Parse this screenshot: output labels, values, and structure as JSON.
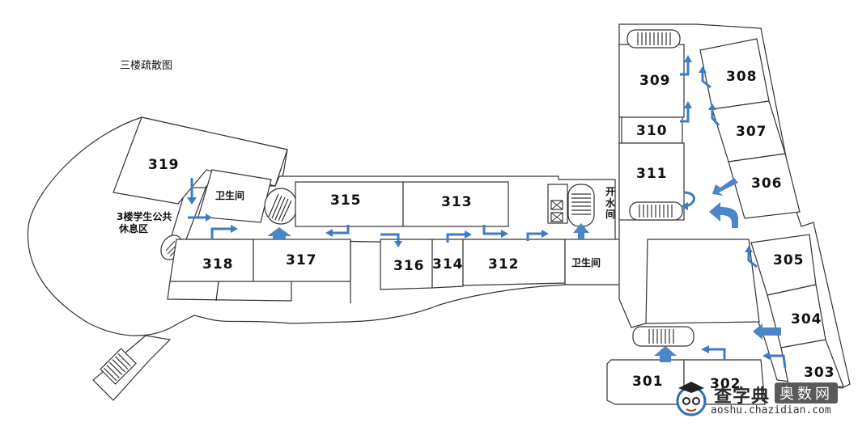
{
  "title": "三楼疏散图",
  "rooms": {
    "r301": "301",
    "r302": "302",
    "r303": "303",
    "r304": "304",
    "r305": "305",
    "r306": "306",
    "r307": "307",
    "r308": "308",
    "r309": "309",
    "r310": "310",
    "r311": "311",
    "r312": "312",
    "r313": "313",
    "r314": "314",
    "r315": "315",
    "r316": "316",
    "r317": "317",
    "r318": "318",
    "r319": "319"
  },
  "labels": {
    "toilet_left": "卫生间",
    "toilet_right": "卫生间",
    "water_1": "开",
    "water_2": "水",
    "water_3": "间",
    "lounge_1": "3楼学生公共",
    "lounge_2": "休息区"
  },
  "watermark": {
    "name": "查字典",
    "sub": "奥数网",
    "url": "aoshu.chazidian.com"
  },
  "colors": {
    "arrow": "#3d7cc4",
    "wall": "#333333"
  }
}
